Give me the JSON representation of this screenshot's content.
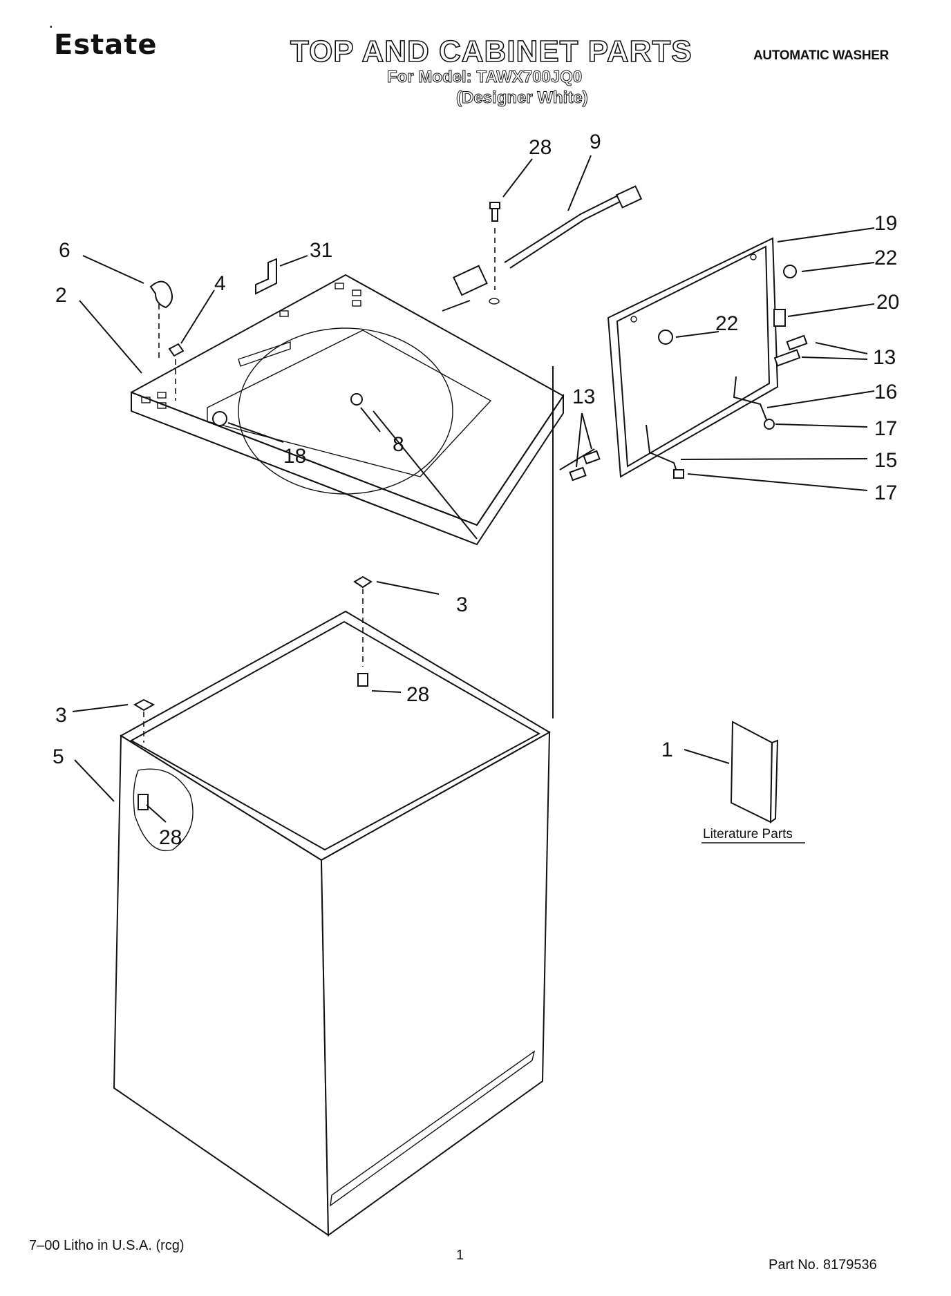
{
  "header": {
    "brand": "Estate",
    "title": "TOP AND CABINET PARTS",
    "model_line": "For Model: TAWX700JQ0",
    "variant": "(Designer White)",
    "product_type": "AUTOMATIC WASHER"
  },
  "callouts": [
    "28",
    "9",
    "19",
    "22",
    "6",
    "31",
    "4",
    "2",
    "20",
    "22",
    "13",
    "13",
    "16",
    "8",
    "18",
    "13",
    "17",
    "15",
    "17",
    "3",
    "28",
    "3",
    "5",
    "28",
    "1"
  ],
  "literature_label": "Literature Parts",
  "footer": {
    "print_info": "7–00 Litho in U.S.A. (rcg)",
    "page_number": "1",
    "part_number": "Part No. 8179536"
  }
}
